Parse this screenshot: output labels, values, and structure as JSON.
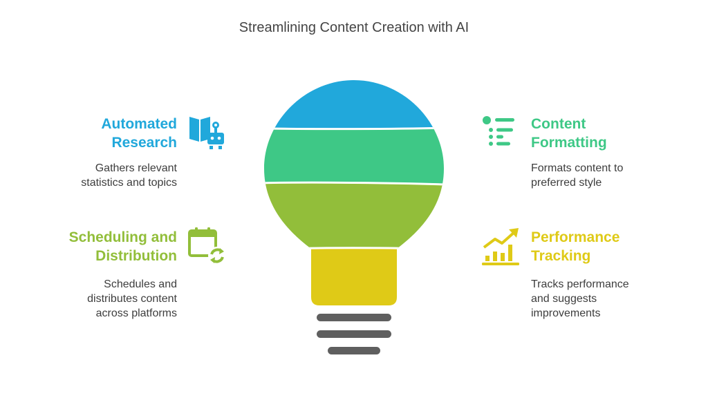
{
  "title": "Streamlining Content Creation with AI",
  "colors": {
    "blue": "#21a8db",
    "green": "#3ec886",
    "lime": "#92be3a",
    "yellow": "#dfca17",
    "base": "#5f5f5f"
  },
  "items": [
    {
      "heading_lines": [
        "Automated",
        "Research"
      ],
      "desc_lines": [
        "Gathers relevant",
        "statistics and topics"
      ],
      "icon": "book-robot-icon",
      "color": "#21a8db"
    },
    {
      "heading_lines": [
        "Content",
        "Formatting"
      ],
      "desc_lines": [
        "Formats content to",
        "preferred style"
      ],
      "icon": "formatted-list-icon",
      "color": "#3ec886"
    },
    {
      "heading_lines": [
        "Scheduling and",
        "Distribution"
      ],
      "desc_lines": [
        "Schedules and",
        "distributes content",
        "across platforms"
      ],
      "icon": "calendar-sync-icon",
      "color": "#92be3a"
    },
    {
      "heading_lines": [
        "Performance",
        "Tracking"
      ],
      "desc_lines": [
        "Tracks performance",
        "and suggests",
        "improvements"
      ],
      "icon": "growth-chart-icon",
      "color": "#dfca17"
    }
  ]
}
